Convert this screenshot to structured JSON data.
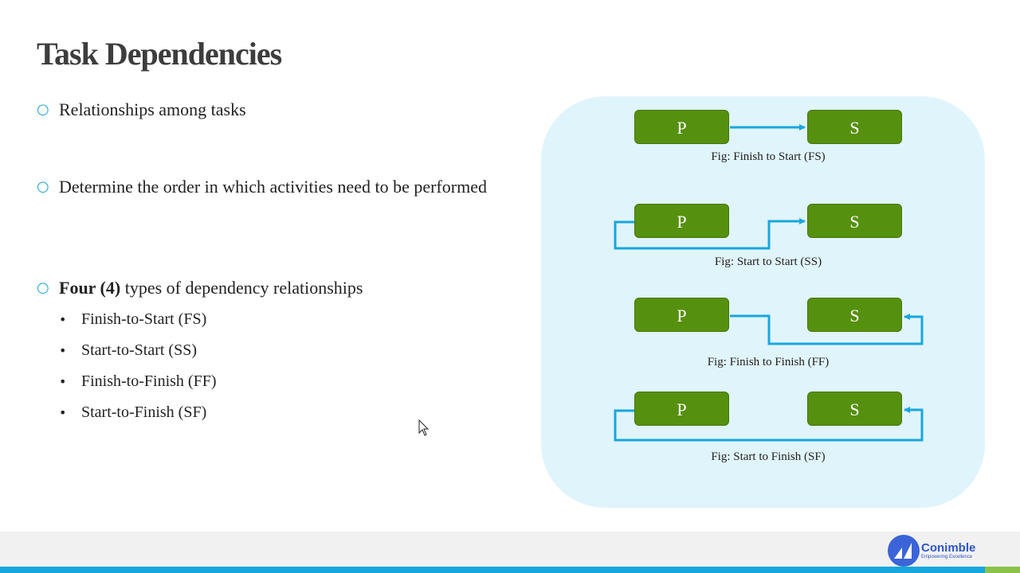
{
  "slide": {
    "title": "Task Dependencies",
    "bullets": [
      {
        "text": "Relationships among tasks"
      },
      {
        "text": "Determine the order in which activities need to be performed"
      },
      {
        "bold": "Four (4)",
        "text": " types of dependency relationships"
      }
    ],
    "sub_bullets": [
      "Finish-to-Start (FS)",
      "Start-to-Start (SS)",
      "Finish-to-Finish (FF)",
      "Start-to-Finish (SF)"
    ]
  },
  "diagram": {
    "predecessor_label": "P",
    "successor_label": "S",
    "captions": [
      "Fig: Finish to Start (FS)",
      "Fig: Start to Start (SS)",
      "Fig: Finish to Finish (FF)",
      "Fig: Start to Finish (SF)"
    ]
  },
  "footer": {
    "brand": "Conimble",
    "tagline": "Empowering Excellence"
  },
  "colors": {
    "box": "#56900f",
    "arrow": "#17a7dd",
    "panel": "#e0f4fb",
    "bullet": "#1aa3d9"
  }
}
